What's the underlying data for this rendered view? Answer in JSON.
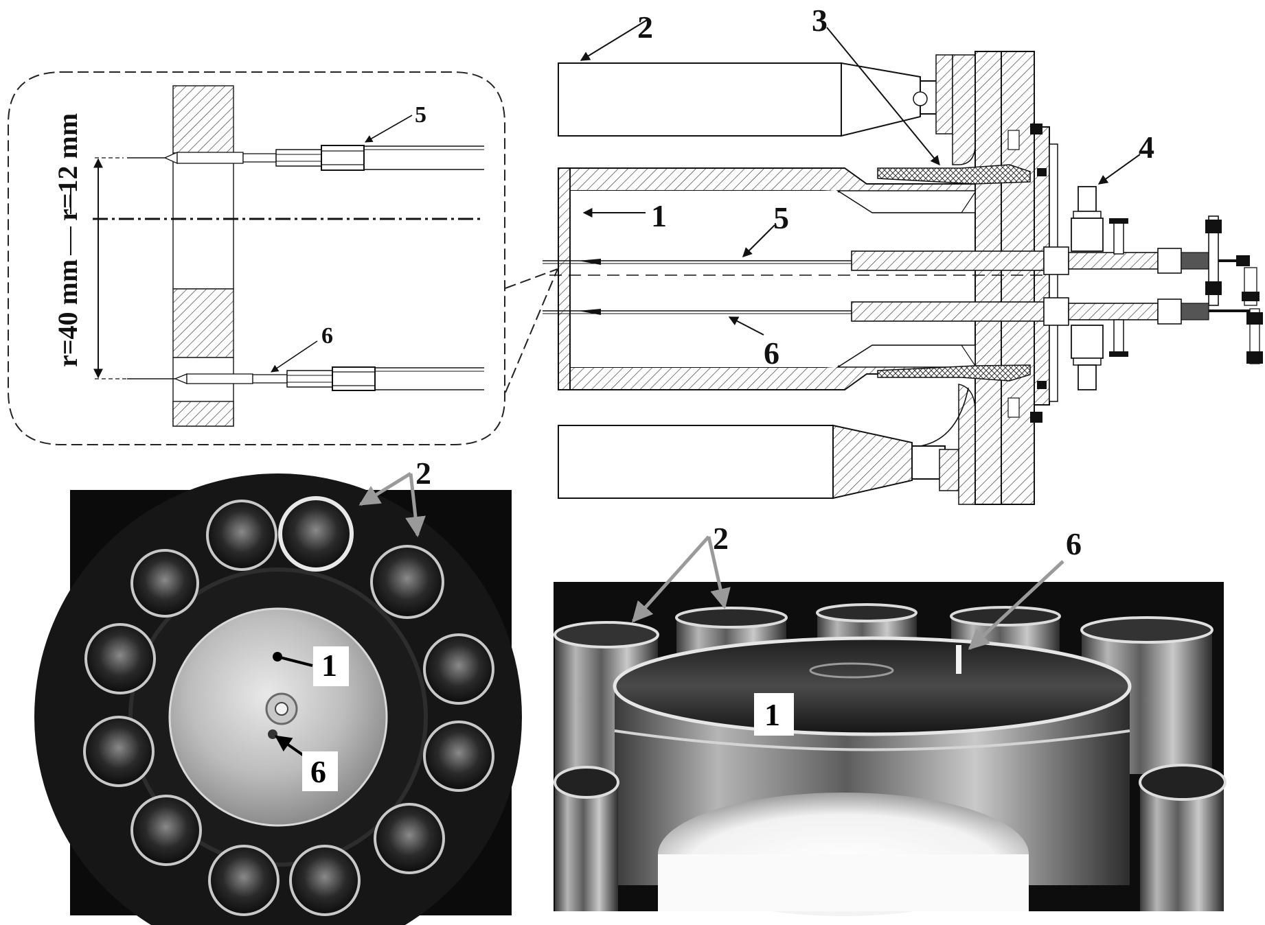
{
  "labels": {
    "component_1": "1",
    "component_2": "2",
    "component_3": "3",
    "component_4": "4",
    "probe_5": "5",
    "probe_6": "6"
  },
  "dimensions": {
    "r_upper": "r=12 mm",
    "r_lower": "r=40 mm"
  },
  "colors": {
    "line": "#222222",
    "photo_bg": "#0a0a0a",
    "callout_bg": "#ffffff",
    "arrow_gray": "#9a9a9a"
  }
}
